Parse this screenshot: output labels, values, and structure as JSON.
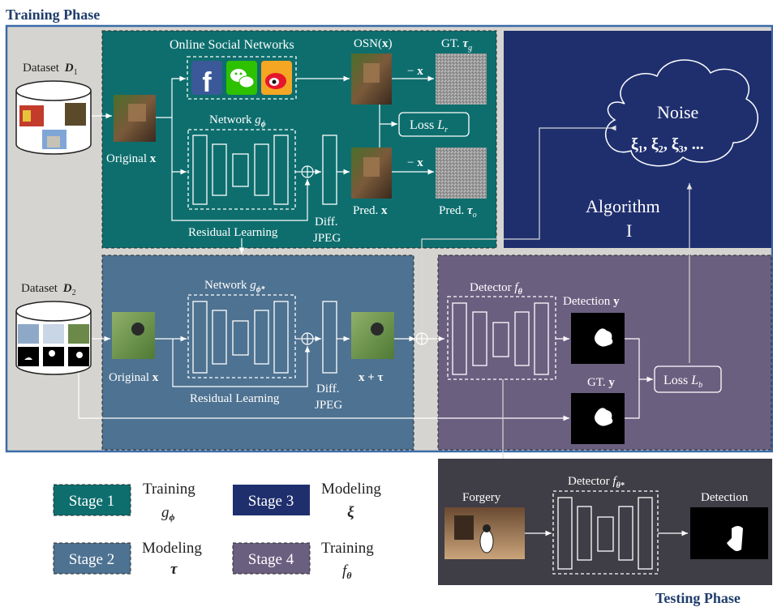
{
  "phases": {
    "training": "Training Phase",
    "testing": "Testing Phase"
  },
  "colors": {
    "stage1": "#0e6e6e",
    "stage2": "#4e7291",
    "stage3": "#1f2f6e",
    "stage4": "#6b5f80",
    "testing": "#3f3d45",
    "background": "#d6d4d0",
    "border": "#3a6aa8"
  },
  "datasets": {
    "d1_label": "Dataset",
    "d1_sym": "D",
    "d1_sub": "1",
    "d2_label": "Dataset",
    "d2_sym": "D",
    "d2_sub": "2"
  },
  "stage1": {
    "osn_title": "Online Social Networks",
    "osn_icons": [
      "facebook-icon",
      "wechat-icon",
      "weibo-icon"
    ],
    "osn_x": "OSN(",
    "osn_x_bold": "x",
    "osn_x_close": ")",
    "gt_tau": "GT. ",
    "gt_tau_sym": "τ",
    "gt_tau_sub": "g",
    "minus_x1": "− ",
    "minus_x1_bold": "x",
    "loss_r": "Loss ",
    "loss_r_sym": "L",
    "loss_r_sub": "r",
    "network": "Network ",
    "network_sym": "g",
    "network_sub": "ϕ",
    "original_x": "Original ",
    "original_x_bold": "x",
    "minus_x2": "− ",
    "minus_x2_bold": "x",
    "residual": "Residual Learning",
    "diff": "Diff.",
    "jpeg": "JPEG",
    "pred_x": "Pred. ",
    "pred_x_bold": "x",
    "pred_tau": "Pred. ",
    "pred_tau_sym": "τ",
    "pred_tau_sub": "o"
  },
  "stage3": {
    "noise": "Noise",
    "xi_list": "ξ₁, ξ₂, ξ₃, ...",
    "algorithm": "Algorithm",
    "algorithm_num": "I"
  },
  "stage2": {
    "network": "Network ",
    "network_sym": "g",
    "network_sub": "ϕ*",
    "original_x": "Original ",
    "original_x_bold": "x",
    "residual": "Residual Learning",
    "diff": "Diff.",
    "jpeg": "JPEG",
    "x_plus_tau": "x + τ"
  },
  "stage4": {
    "detector": "Detector ",
    "detector_sym": "f",
    "detector_sub": "θ",
    "detection_y": "Detection ",
    "detection_y_bold": "y",
    "gt_y": "GT. ",
    "gt_y_bold": "y",
    "loss_b": "Loss ",
    "loss_b_sym": "L",
    "loss_b_sub": "b"
  },
  "legend": [
    {
      "badge": "Stage 1",
      "line1": "Training",
      "line2": "g",
      "line2_sub": "ϕ"
    },
    {
      "badge": "Stage 2",
      "line1": "Modeling",
      "line2": "τ",
      "line2_sub": ""
    },
    {
      "badge": "Stage 3",
      "line1": "Modeling",
      "line2": "ξ",
      "line2_sub": ""
    },
    {
      "badge": "Stage 4",
      "line1": "Training",
      "line2": "f",
      "line2_sub": "θ"
    }
  ],
  "testing": {
    "forgery": "Forgery",
    "detector": "Detector ",
    "detector_sym": "f",
    "detector_sub": "θ*",
    "detection": "Detection"
  }
}
